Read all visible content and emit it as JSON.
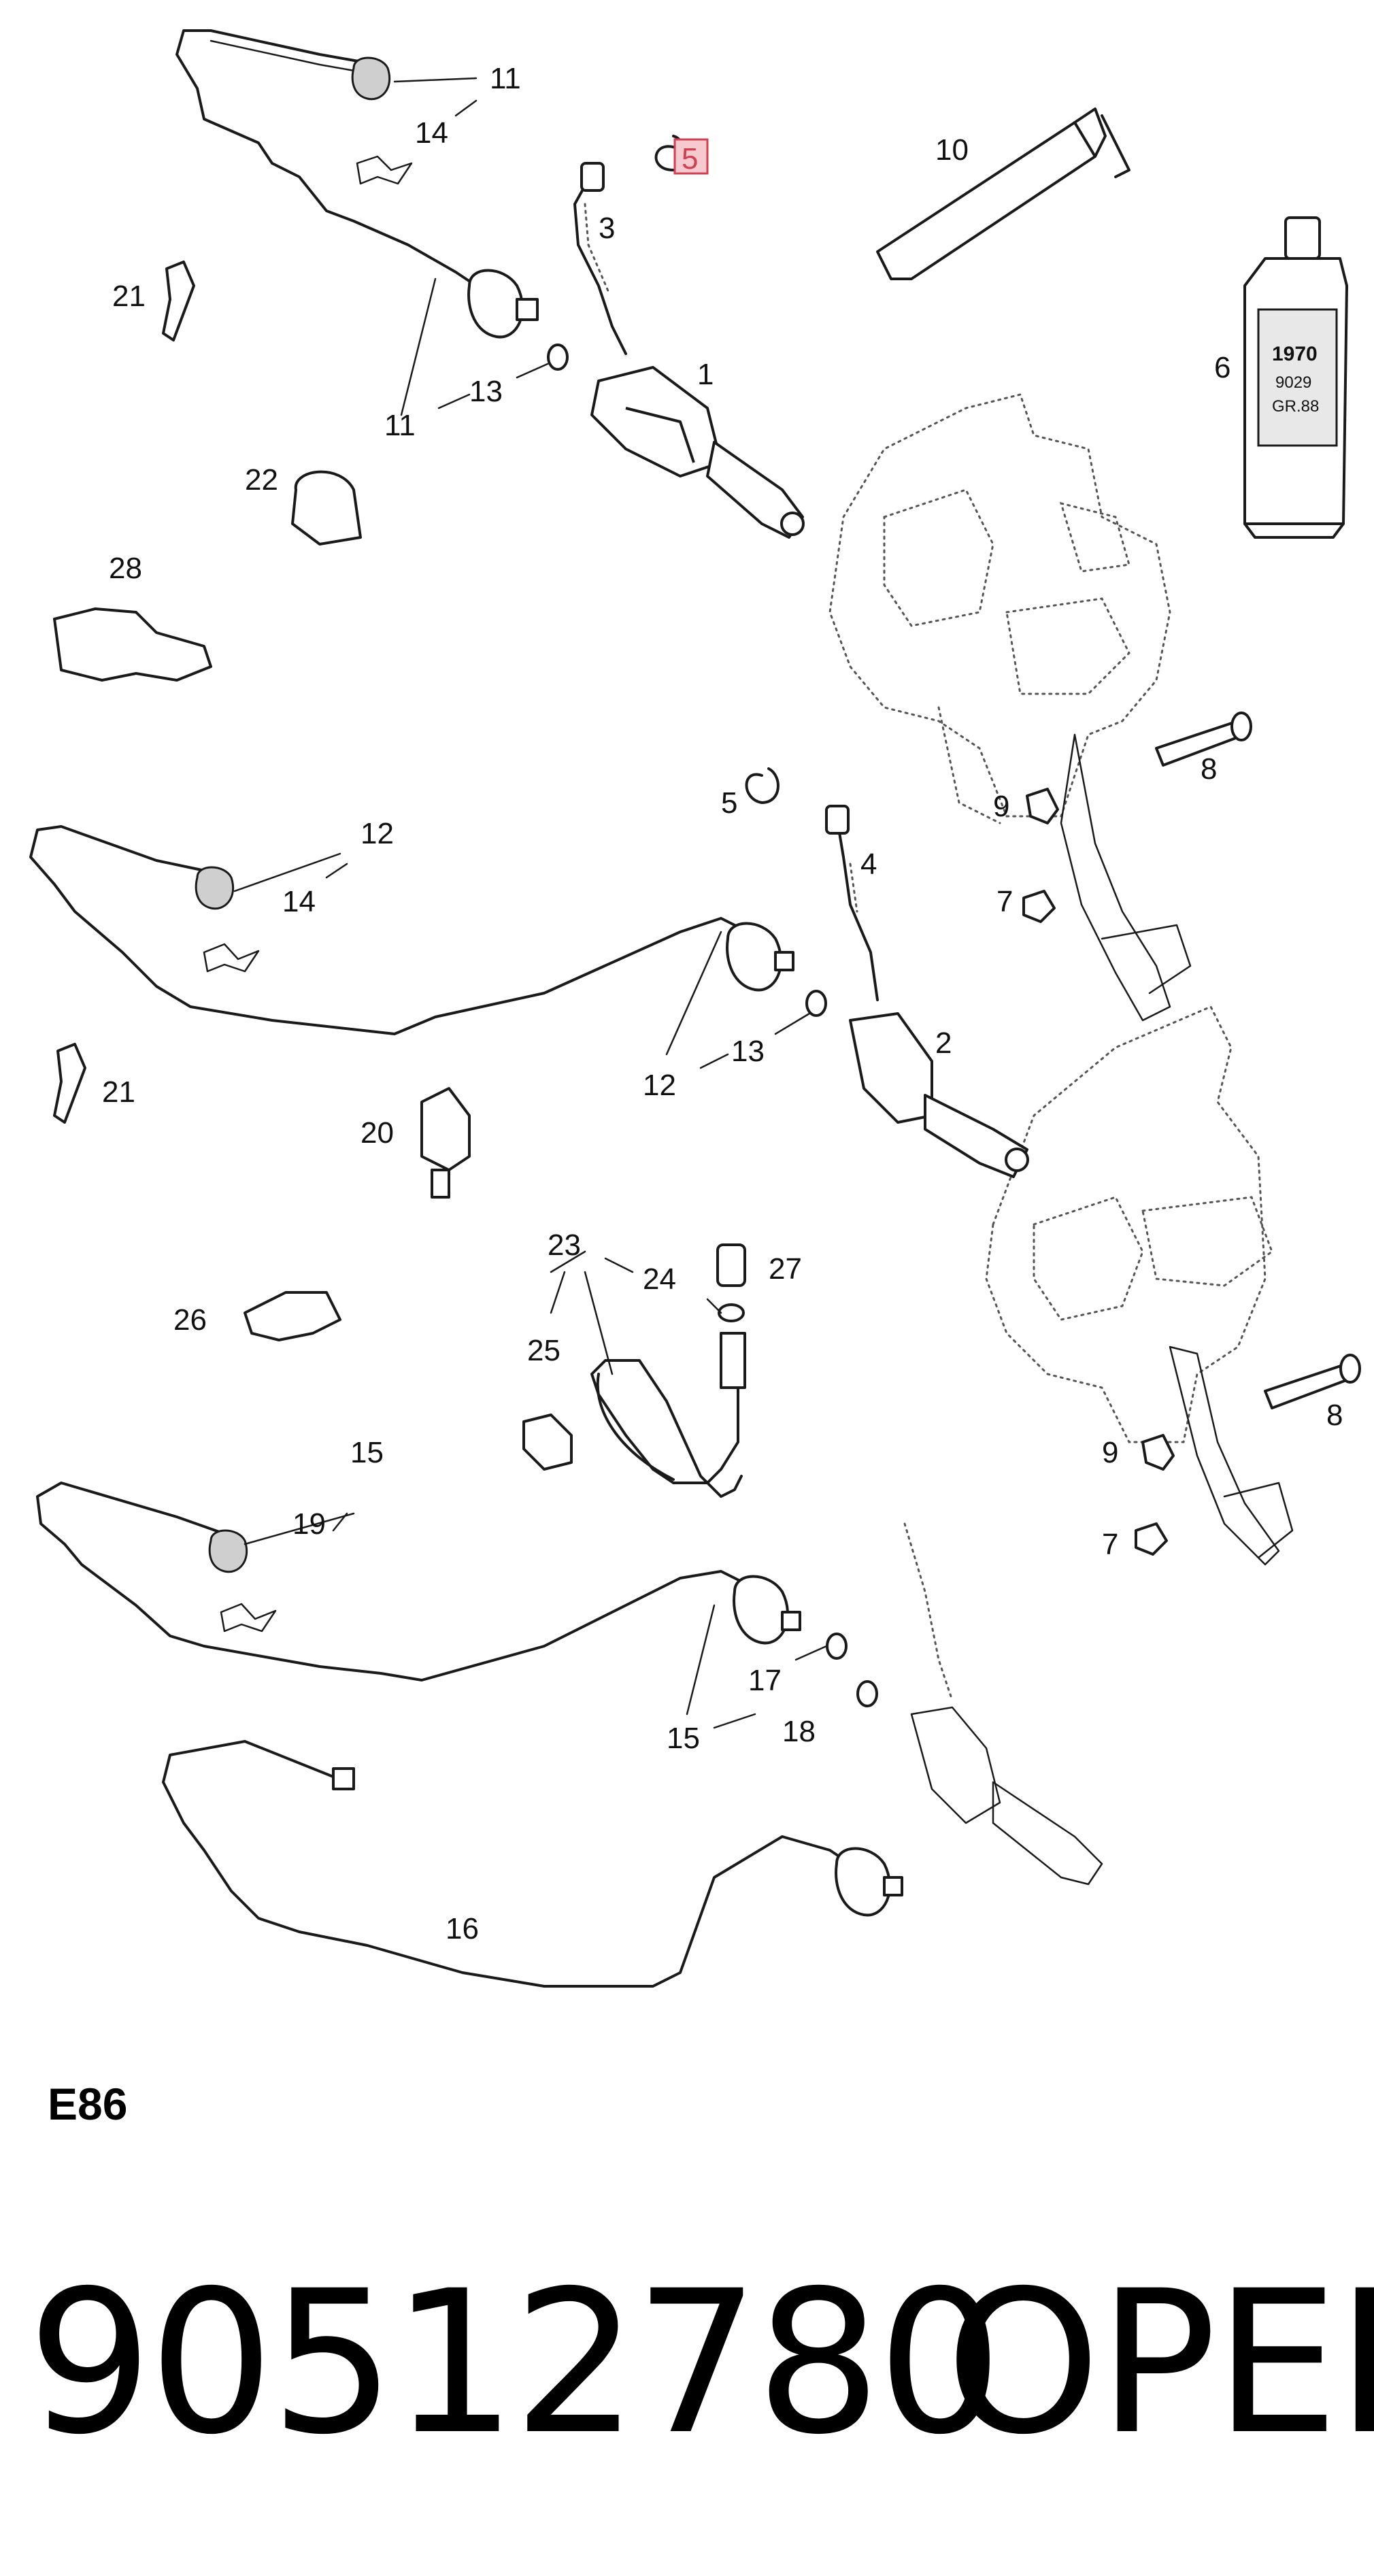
{
  "diagram_code": "E86",
  "part_number": "90512780",
  "brand": "OPEL",
  "highlighted_callout": "5",
  "highlight_color": "#d04050",
  "callouts": {
    "c1": "1",
    "c2": "2",
    "c3": "3",
    "c4": "4",
    "c5a": "5",
    "c5b": "5",
    "c6": "6",
    "c7a": "7",
    "c7b": "7",
    "c8a": "8",
    "c8b": "8",
    "c9a": "9",
    "c9b": "9",
    "c10": "10",
    "c11a": "11",
    "c11b": "11",
    "c12a": "12",
    "c12b": "12",
    "c13a": "13",
    "c13b": "13",
    "c14a": "14",
    "c14b": "14",
    "c15a": "15",
    "c15b": "15",
    "c16": "16",
    "c17": "17",
    "c18": "18",
    "c19": "19",
    "c20": "20",
    "c21a": "21",
    "c21b": "21",
    "c22": "22",
    "c23": "23",
    "c24": "24",
    "c25": "25",
    "c26": "26",
    "c27": "27",
    "c28": "28"
  },
  "tube_label": [
    "1970",
    "9029",
    "GR.88"
  ]
}
